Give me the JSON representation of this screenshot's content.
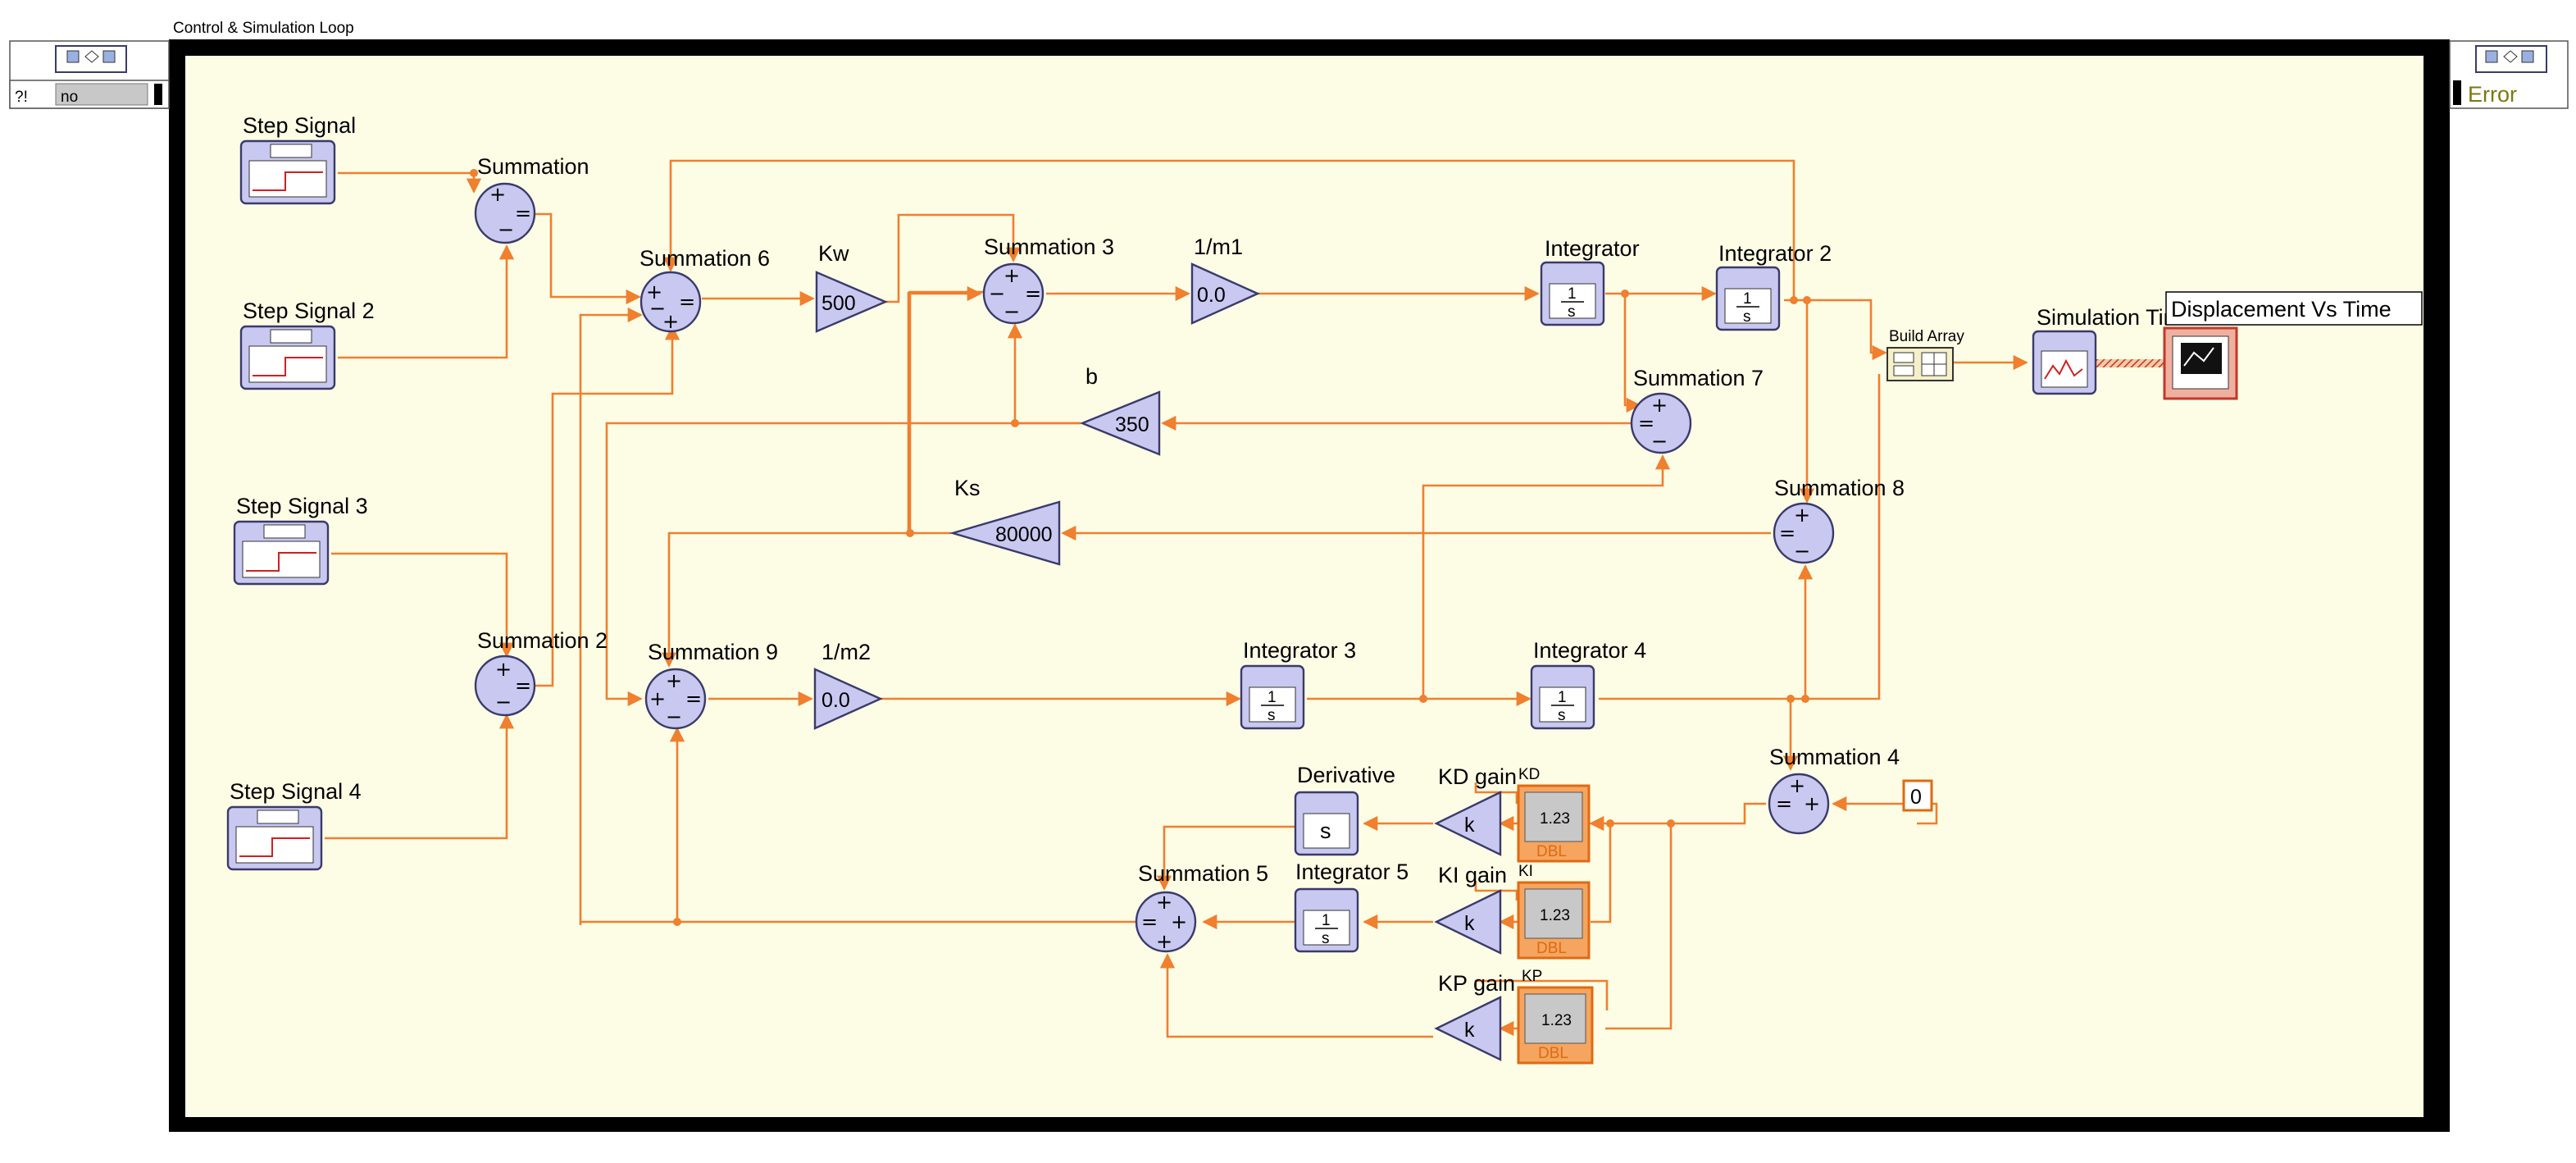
{
  "loop": {
    "title": "Control & Simulation Loop",
    "left_terminal_value": "no",
    "left_terminal_glyph": "?!",
    "right_terminal_value": "Error",
    "background": "#fdfde6",
    "frame_color": "#000000",
    "wire_color": "#f07f2e",
    "block_fill": "#c8c8f0"
  },
  "blocks": {
    "step1": {
      "label": "Step Signal"
    },
    "step2": {
      "label": "Step Signal 2"
    },
    "step3": {
      "label": "Step Signal 3"
    },
    "step4": {
      "label": "Step Signal 4"
    },
    "sum": {
      "label": "Summation"
    },
    "sum2": {
      "label": "Summation 2"
    },
    "sum3": {
      "label": "Summation 3"
    },
    "sum4": {
      "label": "Summation 4"
    },
    "sum5": {
      "label": "Summation 5"
    },
    "sum6": {
      "label": "Summation 6"
    },
    "sum7": {
      "label": "Summation 7"
    },
    "sum8": {
      "label": "Summation 8"
    },
    "sum9": {
      "label": "Summation 9"
    },
    "kw": {
      "label": "Kw",
      "value": "500"
    },
    "m1": {
      "label": "1/m1",
      "value": "0.0"
    },
    "m2": {
      "label": "1/m2",
      "value": "0.0"
    },
    "b": {
      "label": "b",
      "value": "350"
    },
    "ks": {
      "label": "Ks",
      "value": "80000"
    },
    "int1": {
      "label": "Integrator",
      "symbol_num": "1",
      "symbol_den": "s"
    },
    "int2": {
      "label": "Integrator 2",
      "symbol_num": "1",
      "symbol_den": "s"
    },
    "int3": {
      "label": "Integrator 3",
      "symbol_num": "1",
      "symbol_den": "s"
    },
    "int4": {
      "label": "Integrator 4",
      "symbol_num": "1",
      "symbol_den": "s"
    },
    "int5": {
      "label": "Integrator 5",
      "symbol_num": "1",
      "symbol_den": "s"
    },
    "deriv": {
      "label": "Derivative",
      "symbol": "s"
    },
    "kd_gain": {
      "label": "KD gain",
      "symbol": "k"
    },
    "ki_gain": {
      "label": "KI gain",
      "symbol": "k"
    },
    "kp_gain": {
      "label": "KP gain",
      "symbol": "k"
    },
    "kd_ctrl": {
      "label": "KD",
      "value": "1.23",
      "type": "DBL"
    },
    "ki_ctrl": {
      "label": "KI",
      "value": "1.23",
      "type": "DBL"
    },
    "kp_ctrl": {
      "label": "KP",
      "value": "1.23",
      "type": "DBL"
    },
    "zero_const": {
      "value": "0"
    },
    "build_array": {
      "label": "Build Array"
    },
    "sim_time": {
      "label": "Simulation Time Waveform"
    },
    "graph": {
      "label": "Displacement Vs Time"
    }
  }
}
